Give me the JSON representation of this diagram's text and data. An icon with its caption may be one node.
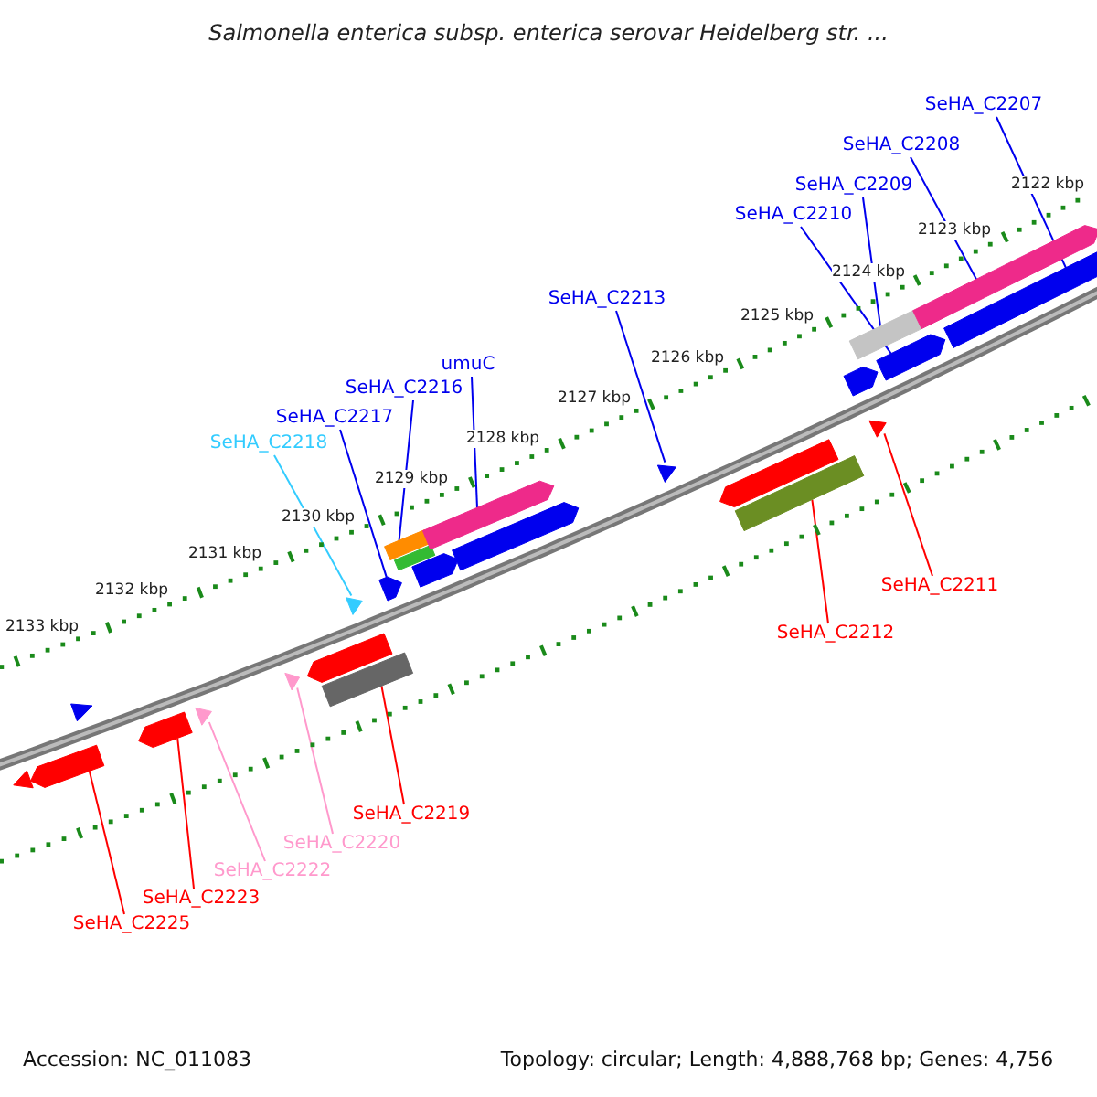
{
  "diagram": {
    "title": "Salmonella enterica subsp. enterica serovar Heidelberg str. ...",
    "nodes": [
      {
        "text": [
          "SeHA_C2207"
        ]
      },
      {
        "text": [
          "SeHA_C2208"
        ]
      },
      {
        "text": [
          "SeHA_C2209"
        ]
      },
      {
        "text": [
          "SeHA_C2210"
        ]
      },
      {
        "text": [
          "SeHA_C2213"
        ]
      },
      {
        "text": [
          "umuC"
        ]
      },
      {
        "text": [
          "SeHA_C2216"
        ]
      },
      {
        "text": [
          "SeHA_C2217"
        ]
      },
      {
        "text": [
          "SeHA_C2218"
        ]
      },
      {
        "text": [
          "SeHA_C2211"
        ]
      },
      {
        "text": [
          "SeHA_C2212"
        ]
      },
      {
        "text": [
          "SeHA_C2219"
        ]
      },
      {
        "text": [
          "SeHA_C2220"
        ]
      },
      {
        "text": [
          "SeHA_C2222"
        ]
      },
      {
        "text": [
          "SeHA_C2223"
        ]
      },
      {
        "text": [
          "SeHA_C2225"
        ]
      },
      {
        "text": [],
        "shape": "triangle"
      },
      {
        "text": [],
        "shape": "bar"
      },
      {
        "text": [],
        "shape": "triangle"
      },
      {
        "text": [],
        "shape": "bar"
      },
      {
        "text": [],
        "shape": "triangle"
      },
      {
        "text": [],
        "shape": "triangle"
      },
      {
        "text": [],
        "shape": "bar"
      },
      {
        "text": [],
        "shape": "bar"
      },
      {
        "text": [],
        "shape": "triangle"
      },
      {
        "text": [],
        "shape": "bar"
      },
      {
        "text": [],
        "shape": "bar"
      },
      {
        "text": [],
        "shape": "bar"
      },
      {
        "text": [],
        "shape": "bar"
      },
      {
        "text": [],
        "shape": "bar"
      },
      {
        "text": [],
        "shape": "bar"
      },
      {
        "text": [],
        "shape": "triangle"
      },
      {
        "text": [],
        "shape": "bar"
      },
      {
        "text": [],
        "shape": "bar"
      },
      {
        "text": [],
        "shape": "bar"
      },
      {
        "text": [],
        "shape": "triangle"
      },
      {
        "text": [],
        "shape": "bar"
      },
      {
        "text": [],
        "shape": "bar"
      },
      {
        "text": [],
        "shape": "bar"
      },
      {
        "text": [],
        "shape": "bar"
      }
    ],
    "edges": [
      {
        "from": 0,
        "to": 39,
        "arrow": "none"
      },
      {
        "from": 1,
        "to": 38,
        "arrow": "none"
      },
      {
        "from": 2,
        "to": 36,
        "arrow": "none"
      },
      {
        "from": 3,
        "to": 37,
        "arrow": "none"
      },
      {
        "from": 4,
        "to": 31,
        "arrow": "none"
      },
      {
        "from": 5,
        "to": 29,
        "arrow": "none"
      },
      {
        "from": 6,
        "to": 26,
        "arrow": "none"
      },
      {
        "from": 7,
        "to": 25,
        "arrow": "none"
      },
      {
        "from": 8,
        "to": 24,
        "arrow": "none",
        "color": "#33ccff"
      },
      {
        "from": 9,
        "to": 35,
        "arrow": "none",
        "color": "#ff0000"
      },
      {
        "from": 10,
        "to": 33,
        "arrow": "none",
        "color": "#ff0000"
      },
      {
        "from": 11,
        "to": 23,
        "arrow": "none",
        "color": "#ff0000"
      },
      {
        "from": 12,
        "to": 21,
        "arrow": "none",
        "color": "#ff99cc"
      },
      {
        "from": 13,
        "to": 20,
        "arrow": "none",
        "color": "#ff99cc"
      },
      {
        "from": 14,
        "to": 19,
        "arrow": "none",
        "color": "#ff0000"
      },
      {
        "from": 15,
        "to": 17,
        "arrow": "none",
        "color": "#ff0000"
      }
    ],
    "labels": [
      "2122 kbp",
      "2123 kbp",
      "2124 kbp",
      "2125 kbp",
      "2126 kbp",
      "2127 kbp",
      "2128 kbp",
      "2129 kbp",
      "2130 kbp",
      "2131 kbp",
      "2132 kbp",
      "2133 kbp",
      "Accession: NC_011083",
      "Topology: circular; Length: 4,888,768 bp; Genes: 4,756"
    ]
  }
}
